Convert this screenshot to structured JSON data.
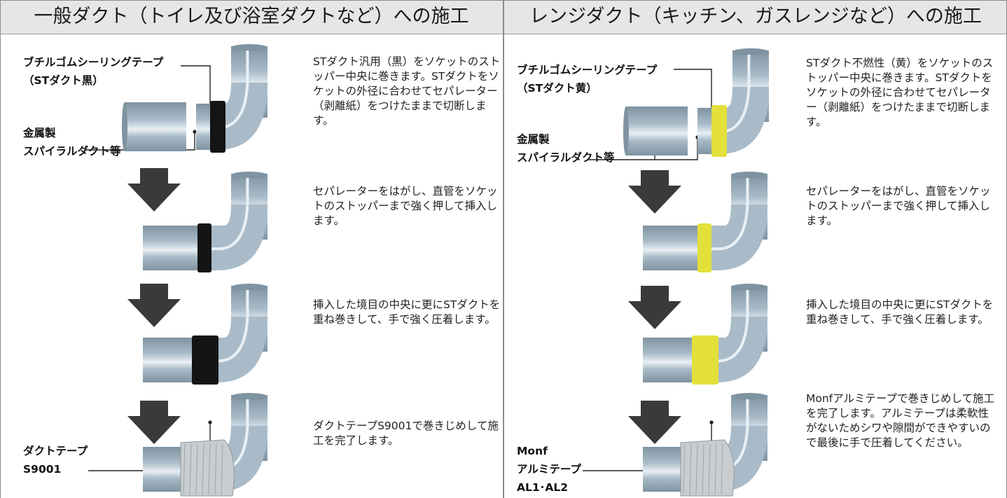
{
  "colors": {
    "pipe": "#a9bbc8",
    "pipe_dark": "#7f93a1",
    "pipe_highlight": "#e8f0f5",
    "tape_black": "#141414",
    "tape_yellow": "#e3e03c",
    "foil": "#c9cdd0",
    "arrow": "#3a3a3a",
    "header_bg": "#e6e6e6"
  },
  "left": {
    "title": "一般ダクト（トイレ及び浴室ダクトなど）への施工",
    "labels": {
      "sealing_tape": "ブチルゴムシーリングテープ\n（STダクト黒）",
      "metal": "金属製\nスパイラルダクト等",
      "duct_tape": "ダクトテープ\nS9001"
    },
    "steps": [
      "STダクト汎用（黒）をソケットのストッパー中央に巻きます。STダクトをソケットの外径に合わせてセパレーター（剥離紙）をつけたままで切断します。",
      "セパレーターをはがし、直管をソケットのストッパーまで強く押して挿入します。",
      "挿入した境目の中央に更にSTダクトを重ね巻きして、手で強く圧着します。",
      "ダクトテープS9001で巻きじめして施工を完了します。"
    ]
  },
  "right": {
    "title": "レンジダクト（キッチン、ガスレンジなど）への施工",
    "labels": {
      "sealing_tape": "ブチルゴムシーリングテープ\n（STダクト黄）",
      "metal": "金属製\nスパイラルダクト等",
      "alu_tape": "Monf\nアルミテープ\nAL1･AL2"
    },
    "steps": [
      "STダクト不燃性（黄）をソケットのストッパー中央に巻きます。STダクトをソケットの外径に合わせてセパレーター（剥離紙）をつけたままで切断します。",
      "セパレーターをはがし、直管をソケットのストッパーまで強く押して挿入します。",
      "挿入した境目の中央に更にSTダクトを重ね巻きして、手で強く圧着します。",
      "Monfアルミテープで巻きじめして施工を完了します。アルミテープは柔軟性がないためシワや隙間ができやすいので最後に手で圧着してください。"
    ]
  }
}
